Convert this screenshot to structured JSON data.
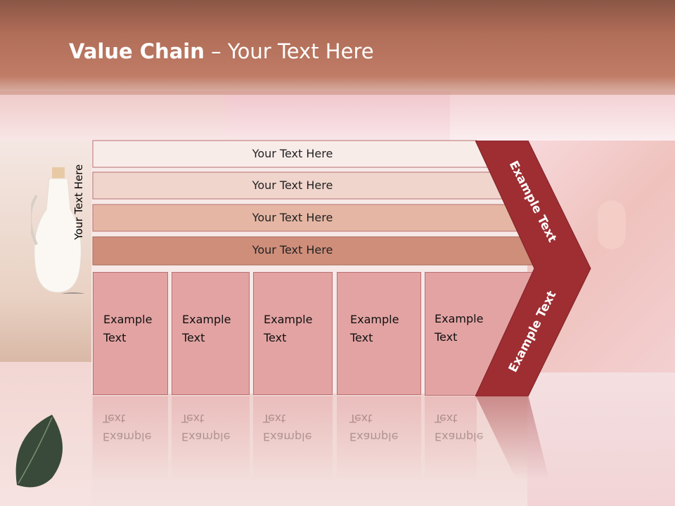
{
  "slide": {
    "title_bold": "Value Chain",
    "title_rest": " – Your Text Here",
    "vertical_label": "Your Text Here"
  },
  "support_bars": [
    {
      "label": "Your Text Here",
      "color": "#f8ece9"
    },
    {
      "label": "Your Text Here",
      "color": "#f0d5cc"
    },
    {
      "label": "Your Text Here",
      "color": "#e6b6a4"
    },
    {
      "label": "Your Text Here",
      "color": "#cf8e7a"
    }
  ],
  "primary_boxes": [
    {
      "line1": "Example",
      "line2": "Text"
    },
    {
      "line1": "Example",
      "line2": "Text"
    },
    {
      "line1": "Example",
      "line2": "Text"
    },
    {
      "line1": "Example",
      "line2": "Text"
    },
    {
      "line1": "Example",
      "line2": "Text"
    }
  ],
  "chevron": {
    "upper_label": "Example Text",
    "lower_label": "Example Text",
    "color": "#9e2e32"
  },
  "colors": {
    "header": "#b06d57",
    "box_fill": "#e3a3a3",
    "box_border": "#b97070"
  }
}
